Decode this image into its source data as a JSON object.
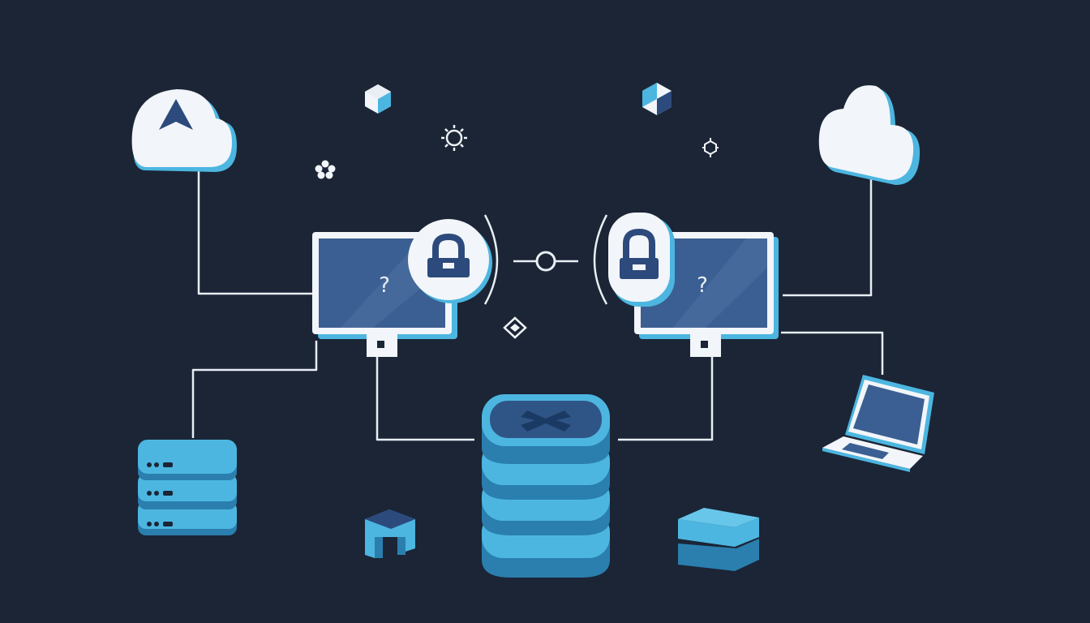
{
  "diagram": {
    "background": "#1b2536",
    "palette": {
      "line": "#e9eef5",
      "screen": "#3b5f92",
      "screen_frame": "#f2f5f9",
      "accent": "#4cb6e0",
      "accent_dark": "#2a7fae",
      "icon_dark": "#2c4a7c"
    },
    "screen_left_glyph": "?",
    "screen_right_glyph": "?",
    "nodes": [
      {
        "id": "cloud-left",
        "icon": "cloud-with-navigation-arrow-icon"
      },
      {
        "id": "cloud-right",
        "icon": "cloud-icon"
      },
      {
        "id": "monitor-left",
        "icon": "monitor-icon"
      },
      {
        "id": "monitor-right",
        "icon": "monitor-icon"
      },
      {
        "id": "lock-left",
        "icon": "padlock-icon"
      },
      {
        "id": "lock-right",
        "icon": "padlock-icon"
      },
      {
        "id": "central-database",
        "icon": "database-stack-icon"
      },
      {
        "id": "server-left",
        "icon": "server-rack-icon"
      },
      {
        "id": "laptop",
        "icon": "laptop-icon"
      },
      {
        "id": "module-block",
        "icon": "block-icon"
      },
      {
        "id": "storage-box",
        "icon": "storage-box-icon"
      }
    ],
    "decorations": [
      "cube-icon",
      "cube-icon",
      "gear-icon",
      "gear-icon",
      "flower-icon",
      "diamond-icon"
    ]
  }
}
